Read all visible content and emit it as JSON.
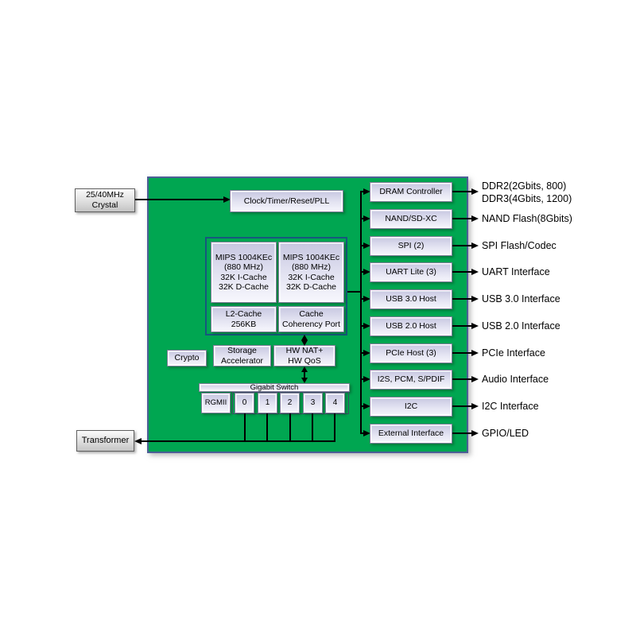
{
  "colors": {
    "chip_green": "#00a651",
    "chip_border_blue": "#4c5f96",
    "module_fill_lavender": "#dcdcee",
    "module_border_gray": "#7d7d99",
    "cpu_cluster_border": "#17577e",
    "offchip_box_gray": "#dedede",
    "line_black": "#000000"
  },
  "outside": {
    "crystal": [
      "25/40MHz",
      "Crystal"
    ],
    "transformer": "Transformer"
  },
  "soc": {
    "clock_label": "Clock/Timer/Reset/PLL",
    "cpu": {
      "core1": [
        "MIPS 1004KEc",
        "(880 MHz)",
        "32K I-Cache",
        "32K D-Cache"
      ],
      "core2": [
        "MIPS 1004KEc",
        "(880 MHz)",
        "32K I-Cache",
        "32K D-Cache"
      ],
      "l2": [
        "L2-Cache",
        "256KB"
      ],
      "ccp": [
        "Cache",
        "Coherency Port"
      ]
    },
    "crypto": "Crypto",
    "storage": [
      "Storage",
      "Accelerator"
    ],
    "hwnat": [
      "HW NAT+",
      "HW QoS"
    ],
    "switch": {
      "header": "Gigabit Switch",
      "rgmii": "RGMII",
      "ports": [
        "0",
        "1",
        "2",
        "3",
        "4"
      ]
    }
  },
  "peripherals": [
    {
      "box": "DRAM Controller",
      "label1": "DDR2(2Gbits, 800)",
      "label2": "DDR3(4Gbits, 1200)"
    },
    {
      "box": "NAND/SD-XC",
      "label": "NAND Flash(8Gbits)"
    },
    {
      "box": "SPI (2)",
      "label": "SPI Flash/Codec"
    },
    {
      "box": "UART Lite (3)",
      "label": "UART Interface"
    },
    {
      "box": "USB 3.0 Host",
      "label": "USB 3.0 Interface"
    },
    {
      "box": "USB 2.0 Host",
      "label": "USB 2.0 Interface"
    },
    {
      "box": "PCIe Host (3)",
      "label": "PCIe Interface"
    },
    {
      "box": "I2S, PCM, S/PDIF",
      "label": "Audio Interface"
    },
    {
      "box": "I2C",
      "label": "I2C Interface"
    },
    {
      "box": "External Interface",
      "label": "GPIO/LED"
    }
  ]
}
